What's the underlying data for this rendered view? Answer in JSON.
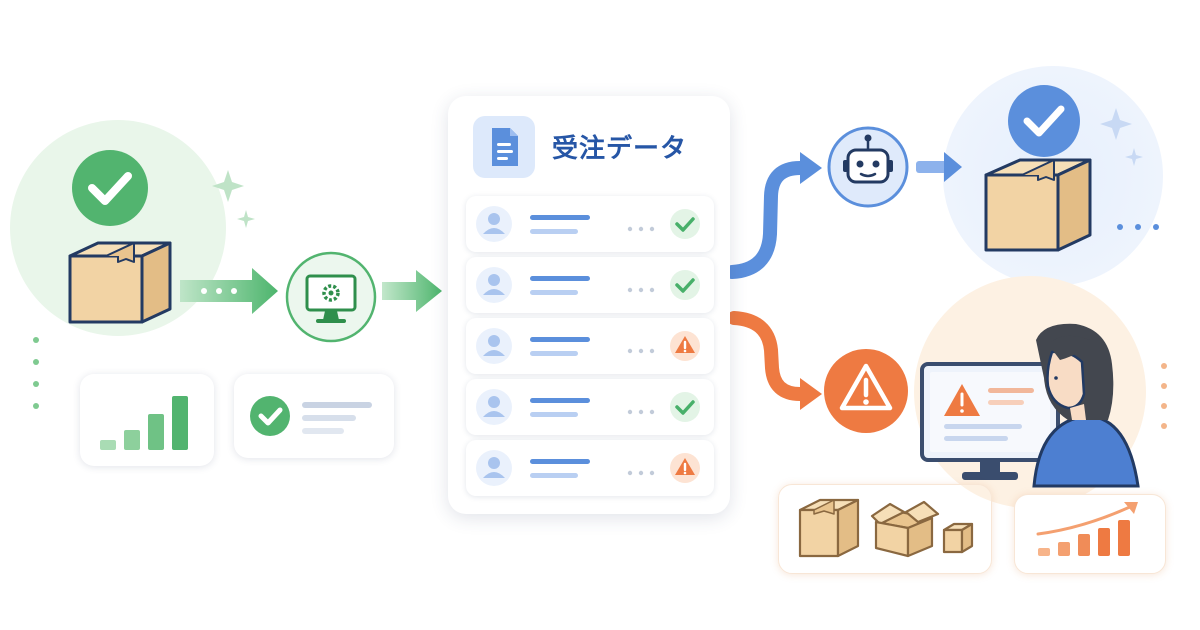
{
  "order_panel": {
    "title": "受注データ",
    "rows": [
      {
        "status": "ok"
      },
      {
        "status": "ok"
      },
      {
        "status": "warning"
      },
      {
        "status": "ok"
      },
      {
        "status": "warning"
      }
    ]
  },
  "colors": {
    "green": "#48b06a",
    "green_light": "#e9f6ea",
    "blue": "#5b8fdc",
    "blue_light": "#eaf1fc",
    "orange": "#ee7a42",
    "peach_light": "#fdf1e3",
    "navy": "#223a63",
    "box": "#f2d3a4"
  },
  "icons": [
    "check-icon",
    "package-box-icon",
    "monitor-gear-icon",
    "document-icon",
    "user-icon",
    "robot-icon",
    "warning-icon",
    "person-at-computer-icon",
    "bar-chart-icon",
    "trend-up-icon",
    "sparkle-icon"
  ]
}
